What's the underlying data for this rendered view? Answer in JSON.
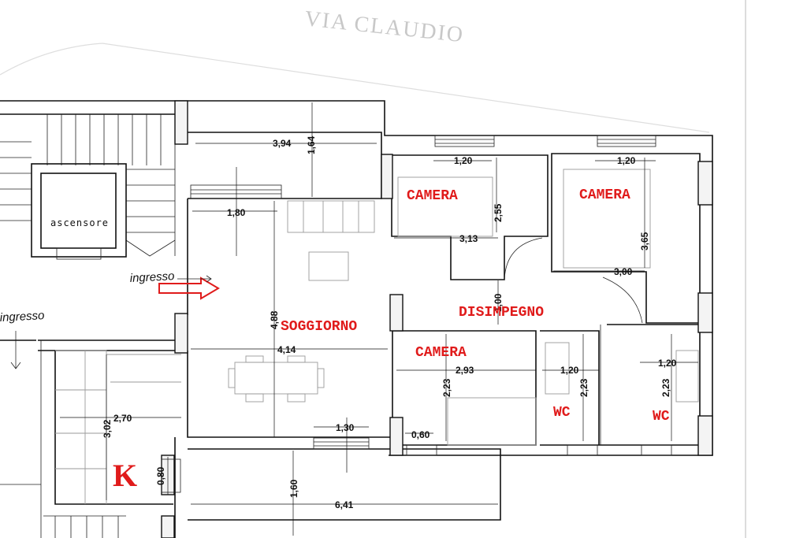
{
  "street_name": "VIA CLAUDIO",
  "elevator_label": "ascensore",
  "entrance_labels": [
    "ingresso",
    "ingresso"
  ],
  "rooms": {
    "living": "SOGGIORNO",
    "bedroom_1": "CAMERA",
    "bedroom_2": "CAMERA",
    "bedroom_3": "CAMERA",
    "hallway": "DISIMPEGNO",
    "bath_1": "WC",
    "bath_2": "WC",
    "kitchen": "K"
  },
  "dimensions": {
    "balcony_width": "3,94",
    "balcony_depth": "1,64",
    "entry_width": "1,80",
    "bed1_width": "1,20",
    "bed1_depth": "2,55",
    "bed1_length": "3,13",
    "bed2_width": "1,20",
    "bed2_depth": "3,65",
    "bed2_length": "3,00",
    "hall_depth": "1,00",
    "living_depth": "4,88",
    "living_width": "4,14",
    "bed3_length": "2,93",
    "bed3_depth": "2,23",
    "bath1_width": "1,20",
    "bath1_depth": "2,23",
    "bath2_width": "1,20",
    "bath2_depth": "2,23",
    "kitchen_width": "2,70",
    "kitchen_depth": "3,02",
    "window_1": "1,30",
    "window_2": "0,60",
    "window_3": "0,80",
    "terrace_depth": "1,60",
    "terrace_width": "6,41"
  },
  "colors": {
    "room_label": "#e01b1b",
    "walls": "#111111",
    "street": "#c8c8c8"
  }
}
